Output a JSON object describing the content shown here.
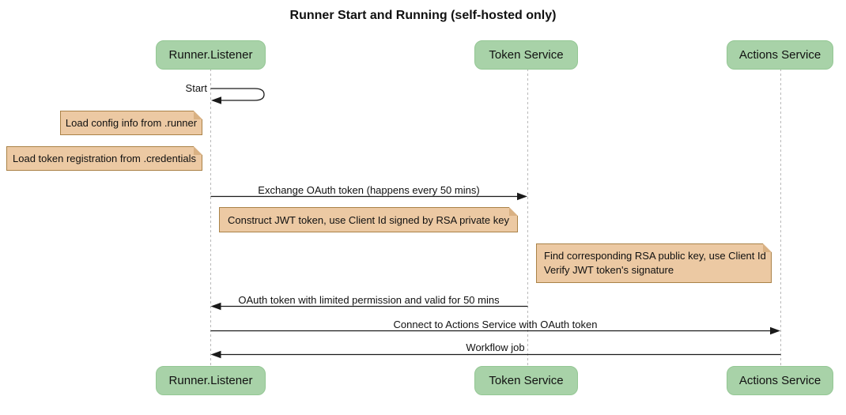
{
  "title": "Runner Start and Running (self-hosted only)",
  "participants": [
    {
      "id": "runner-listener",
      "label": "Runner.Listener"
    },
    {
      "id": "token-service",
      "label": "Token Service"
    },
    {
      "id": "actions-service",
      "label": "Actions Service"
    }
  ],
  "messages": [
    {
      "label": "Start",
      "from": "Runner.Listener",
      "to": "Runner.Listener",
      "style": "self"
    },
    {
      "label": "Exchange OAuth token (happens every 50 mins)",
      "from": "Runner.Listener",
      "to": "Token Service",
      "style": "solid"
    },
    {
      "label": "OAuth token with limited permission and valid for 50 mins",
      "from": "Token Service",
      "to": "Runner.Listener",
      "style": "solid"
    },
    {
      "label": "Connect to Actions Service with OAuth token",
      "from": "Runner.Listener",
      "to": "Actions Service",
      "style": "solid"
    },
    {
      "label": "Workflow job",
      "from": "Actions Service",
      "to": "Runner.Listener",
      "style": "solid"
    }
  ],
  "notes": [
    {
      "text": "Load config info from .runner",
      "position": "left of Runner.Listener"
    },
    {
      "text": "Load token registration from .credentials",
      "position": "left of Runner.Listener"
    },
    {
      "text": "Construct JWT token, use Client Id signed by RSA private key",
      "position": "between Runner.Listener and Token Service"
    },
    {
      "lines": [
        "Find corresponding RSA public key, use Client Id",
        "Verify JWT token's signature"
      ],
      "position": "right of Token Service"
    }
  ],
  "colors": {
    "participant_fill": "#a8d2a8",
    "participant_border": "#94c794",
    "note_fill": "#ecc9a3",
    "note_border": "#aa8247",
    "note_fold": "#d9b183",
    "line_color": "#1a1a1a",
    "lifeline_color": "#b9b9b9",
    "text_color": "#111111",
    "background": "#ffffff"
  }
}
